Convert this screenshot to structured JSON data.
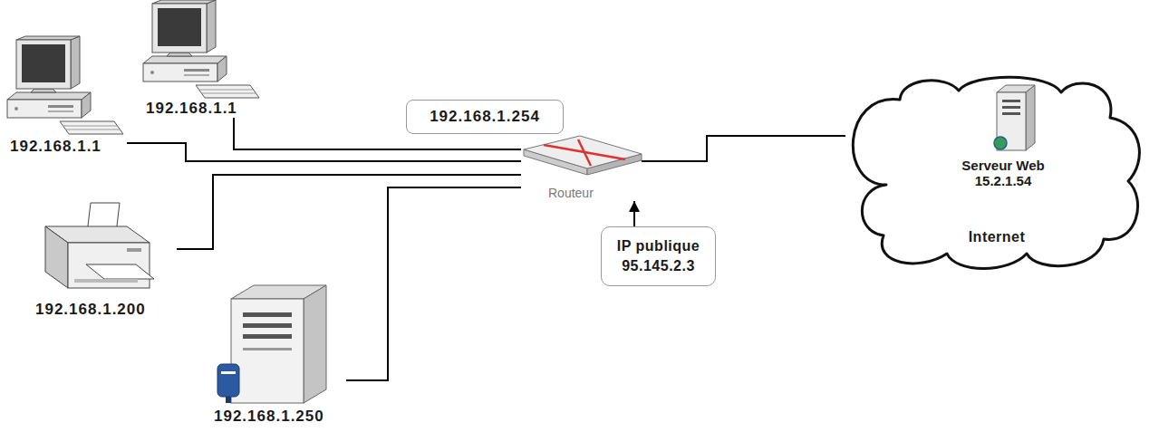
{
  "diagram": {
    "nodes": [
      {
        "text": [
          "192.168.1.1"
        ]
      },
      {
        "text": [
          "192.168.1.1"
        ]
      },
      {
        "text": [
          "192.168.1.254"
        ]
      },
      {
        "text": [
          "Routeur"
        ]
      },
      {
        "text": [
          "192.168.1.200"
        ]
      },
      {
        "text": [
          "192.168.1.250"
        ]
      },
      {
        "text": [
          "IP publique 95.145.2.3"
        ]
      },
      {
        "text": [
          "Internet"
        ]
      },
      {
        "text": [
          "Serveur Web 15.2.1.54"
        ],
        "in": 7
      }
    ],
    "edges": [
      {
        "from": 0,
        "to": 3,
        "arrow": "none"
      },
      {
        "from": 1,
        "to": 3,
        "arrow": "none"
      },
      {
        "from": 4,
        "to": 3,
        "arrow": "none"
      },
      {
        "from": 5,
        "to": 3,
        "arrow": "none"
      },
      {
        "from": 6,
        "to": 3,
        "arrow": "to"
      },
      {
        "from": 3,
        "to": 7,
        "arrow": "none"
      }
    ]
  }
}
